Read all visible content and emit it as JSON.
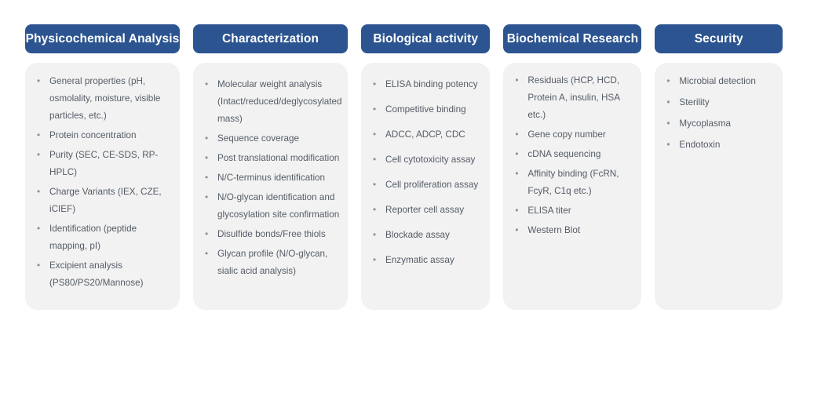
{
  "bullet_glyph": "•",
  "colors": {
    "header_blue": "#2c5490",
    "header_text": "#ffffff",
    "card_background": "#f2f2f2",
    "body_text": "#555c66",
    "page_background": "#ffffff"
  },
  "columns": [
    {
      "title": "Physicochemical Analysis",
      "items": [
        "General properties (pH, osmolality, moisture, visible particles, etc.)",
        "Protein concentration",
        "Purity (SEC,  CE-SDS, RP-HPLC)",
        "Charge Variants (IEX, CZE, iCIEF)",
        "Identification (peptide mapping, pI)",
        "Excipient analysis (PS80/PS20/Mannose)"
      ]
    },
    {
      "title": "Characterization",
      "items": [
        "Molecular weight analysis (Intact/reduced/deglycosylated mass)",
        "Sequence coverage",
        "Post translational modification",
        "N/C-terminus identification",
        "N/O-glycan identification and glycosylation site confirmation",
        "Disulfide bonds/Free thiols",
        "Glycan profile (N/O-glycan, sialic acid analysis)"
      ]
    },
    {
      "title": "Biological activity",
      "items": [
        "ELISA binding potency",
        "Competitive binding",
        "ADCC, ADCP, CDC",
        "Cell cytotoxicity assay",
        "Cell proliferation assay",
        "Reporter cell assay",
        "Blockade assay",
        "Enzymatic assay"
      ]
    },
    {
      "title": "Biochemical Research",
      "items": [
        "Residuals (HCP, HCD, Protein A, insulin, HSA etc.)",
        "Gene copy number",
        "cDNA sequencing",
        "Affinity binding (FcRN, FcyR, C1q etc.)",
        "ELISA titer",
        "Western Blot"
      ]
    },
    {
      "title": "Security",
      "items": [
        "Microbial detection",
        "Sterility",
        "Mycoplasma",
        "Endotoxin"
      ]
    }
  ]
}
